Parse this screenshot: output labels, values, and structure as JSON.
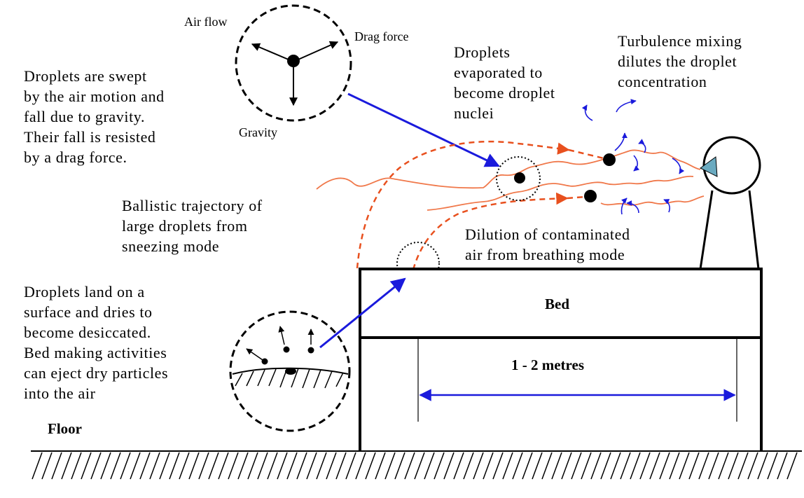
{
  "labels": {
    "air_flow": "Air  flow",
    "drag_force": "Drag  force",
    "gravity": "Gravity",
    "swept": [
      "Droplets are swept",
      "by the air motion and",
      "fall due to gravity.",
      "Their fall is resisted",
      "by a drag force."
    ],
    "evaporated": [
      "Droplets",
      "evaporated to",
      "become droplet",
      "nuclei"
    ],
    "turbulence": [
      "Turbulence  mixing",
      "dilutes the droplet",
      "concentration"
    ],
    "ballistic": [
      "Ballistic trajectory of",
      "large droplets from",
      "sneezing mode"
    ],
    "dilution": [
      "Dilution of contaminated",
      "air from breathing mode"
    ],
    "land": [
      "Droplets land on a",
      "surface and dries to",
      "become desiccated.",
      "Bed making activities",
      "can eject dry particles",
      "into the air"
    ],
    "bed": "Bed",
    "distance": "1 - 2 metres",
    "floor": "Floor"
  },
  "colors": {
    "line": "#000000",
    "blue_arrow": "#1a1adc",
    "red_path": "#e8501e",
    "orange_curve": "#f0784a"
  }
}
